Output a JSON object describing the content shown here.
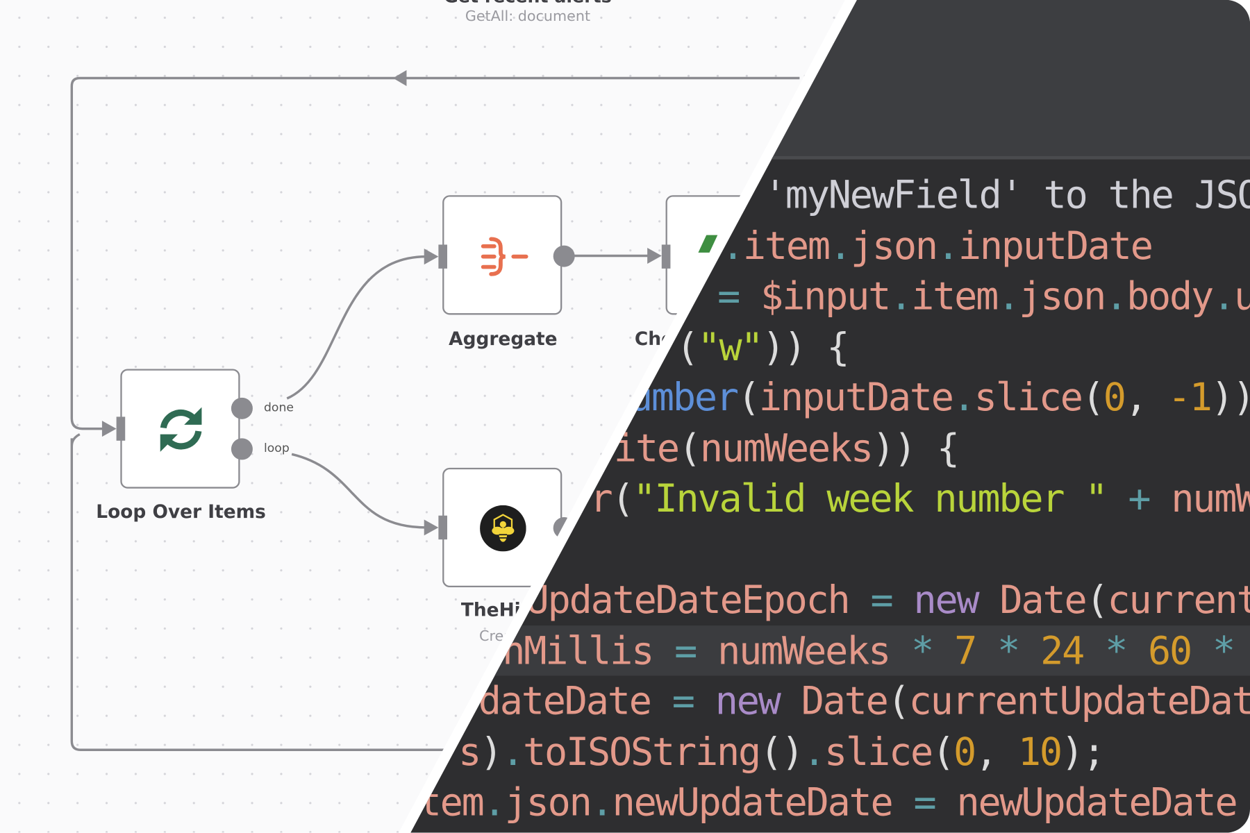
{
  "canvas": {
    "top_node": {
      "title": "Get recent alerts",
      "subtitle": "GetAll: document"
    },
    "nodes": {
      "loop": {
        "label": "Loop Over Items",
        "ports": [
          "done",
          "loop"
        ],
        "icon": "refresh-icon",
        "icon_color": "#2f6b53"
      },
      "aggregate": {
        "label": "Aggregate",
        "icon": "aggregate-icon",
        "icon_color": "#e8704f"
      },
      "check": {
        "label": "Check",
        "icon": "code-icon",
        "icon_color": "#3e8e41"
      },
      "thehive": {
        "label": "TheHive",
        "subtitle": "Create",
        "icon": "bee-icon",
        "icon_color": "#f2d43a"
      }
    },
    "edge_color": "#8b8b90"
  },
  "colors": {
    "comment": "#cfcfd6",
    "ident": "#e3998a",
    "punct": "#5e9ea6",
    "op": "#5e9ea6",
    "paren": "#dcdcdc",
    "string": "#b9d43b",
    "number": "#d49b2c",
    "keyword": "#a98bc8",
    "builtin": "#5d8fd8"
  },
  "editor": {
    "lines": [
      {
        "tokens": [
          {
            "t": "'myNewField' to the JSO",
            "c": "comment"
          }
        ]
      },
      {
        "tokens": [
          {
            "t": ".",
            "c": "punct"
          },
          {
            "t": "item",
            "c": "ident"
          },
          {
            "t": ".",
            "c": "punct"
          },
          {
            "t": "json",
            "c": "ident"
          },
          {
            "t": ".",
            "c": "punct"
          },
          {
            "t": "inputDate",
            "c": "ident"
          }
        ]
      },
      {
        "tokens": [
          {
            "t": "= ",
            "c": "op"
          },
          {
            "t": "$input",
            "c": "ident"
          },
          {
            "t": ".",
            "c": "punct"
          },
          {
            "t": "item",
            "c": "ident"
          },
          {
            "t": ".",
            "c": "punct"
          },
          {
            "t": "json",
            "c": "ident"
          },
          {
            "t": ".",
            "c": "punct"
          },
          {
            "t": "body",
            "c": "ident"
          },
          {
            "t": ".",
            "c": "punct"
          },
          {
            "t": "u",
            "c": "ident"
          }
        ]
      },
      {
        "tokens": [
          {
            "t": "(",
            "c": "paren"
          },
          {
            "t": "\"w\"",
            "c": "string"
          },
          {
            "t": ")) {",
            "c": "paren"
          }
        ]
      },
      {
        "tokens": [
          {
            "t": "umber",
            "c": "builtin"
          },
          {
            "t": "(",
            "c": "paren"
          },
          {
            "t": "inputDate",
            "c": "ident"
          },
          {
            "t": ".",
            "c": "punct"
          },
          {
            "t": "slice",
            "c": "ident"
          },
          {
            "t": "(",
            "c": "paren"
          },
          {
            "t": "0",
            "c": "number"
          },
          {
            "t": ", ",
            "c": "paren"
          },
          {
            "t": "-1",
            "c": "number"
          },
          {
            "t": "))",
            "c": "paren"
          }
        ]
      },
      {
        "tokens": [
          {
            "t": "ite",
            "c": "ident"
          },
          {
            "t": "(",
            "c": "paren"
          },
          {
            "t": "numWeeks",
            "c": "ident"
          },
          {
            "t": ")) {",
            "c": "paren"
          }
        ]
      },
      {
        "tokens": [
          {
            "t": "r",
            "c": "ident"
          },
          {
            "t": "(",
            "c": "paren"
          },
          {
            "t": "\"Invalid week number \"",
            "c": "string"
          },
          {
            "t": " + ",
            "c": "op"
          },
          {
            "t": "numW",
            "c": "ident"
          }
        ]
      },
      {
        "tokens": []
      },
      {
        "tokens": [
          {
            "t": "UpdateDateEpoch",
            "c": "ident"
          },
          {
            "t": " = ",
            "c": "op"
          },
          {
            "t": "new",
            "c": "keyword"
          },
          {
            "t": " Date",
            "c": "ident"
          },
          {
            "t": "(",
            "c": "paren"
          },
          {
            "t": "current",
            "c": "ident"
          }
        ]
      },
      {
        "tokens": [
          {
            "t": "nMillis",
            "c": "ident"
          },
          {
            "t": " = ",
            "c": "op"
          },
          {
            "t": "numWeeks",
            "c": "ident"
          },
          {
            "t": " * ",
            "c": "op"
          },
          {
            "t": "7",
            "c": "number"
          },
          {
            "t": " * ",
            "c": "op"
          },
          {
            "t": "24",
            "c": "number"
          },
          {
            "t": " * ",
            "c": "op"
          },
          {
            "t": "60",
            "c": "number"
          },
          {
            "t": " * ",
            "c": "op"
          }
        ]
      },
      {
        "tokens": [
          {
            "t": "dateDate",
            "c": "ident"
          },
          {
            "t": " = ",
            "c": "op"
          },
          {
            "t": "new",
            "c": "keyword"
          },
          {
            "t": " Date",
            "c": "ident"
          },
          {
            "t": "(",
            "c": "paren"
          },
          {
            "t": "currentUpdateDat",
            "c": "ident"
          }
        ]
      },
      {
        "tokens": [
          {
            "t": "s",
            "c": "ident"
          },
          {
            "t": ")",
            "c": "paren"
          },
          {
            "t": ".",
            "c": "punct"
          },
          {
            "t": "toISOString",
            "c": "ident"
          },
          {
            "t": "()",
            "c": "paren"
          },
          {
            "t": ".",
            "c": "punct"
          },
          {
            "t": "slice",
            "c": "ident"
          },
          {
            "t": "(",
            "c": "paren"
          },
          {
            "t": "0",
            "c": "number"
          },
          {
            "t": ", ",
            "c": "paren"
          },
          {
            "t": "10",
            "c": "number"
          },
          {
            "t": ");",
            "c": "paren"
          }
        ]
      },
      {
        "tokens": [
          {
            "t": "tem",
            "c": "ident"
          },
          {
            "t": ".",
            "c": "punct"
          },
          {
            "t": "json",
            "c": "ident"
          },
          {
            "t": ".",
            "c": "punct"
          },
          {
            "t": "newUpdateDate",
            "c": "ident"
          },
          {
            "t": " = ",
            "c": "op"
          },
          {
            "t": "newUpdateDate",
            "c": "ident"
          }
        ]
      }
    ],
    "highlighted_line": 10
  }
}
